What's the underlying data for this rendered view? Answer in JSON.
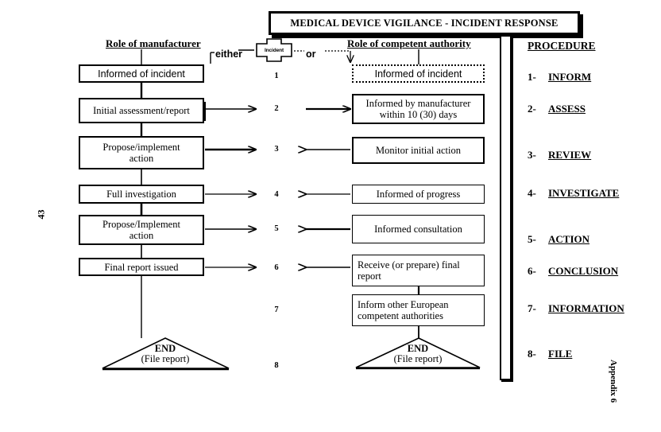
{
  "document": {
    "title": "MEDICAL DEVICE VIGILANCE - INCIDENT RESPONSE",
    "page_number": "43",
    "appendix_label": "Appendix 6"
  },
  "columns": {
    "manufacturer_heading": "Role of manufacturer",
    "authority_heading": "Role of competent authority"
  },
  "incident": {
    "label": "Incident",
    "either_label": "either",
    "or_label": "or"
  },
  "manufacturer_steps": [
    {
      "text": "Informed of incident",
      "step": "1"
    },
    {
      "text": "Initial assessment/report",
      "step": "2"
    },
    {
      "text": "Propose/implement\naction",
      "line1": "Propose/implement",
      "line2": "action",
      "step": "3"
    },
    {
      "text": "Full investigation",
      "step": "4"
    },
    {
      "text": "Propose/Implement\naction",
      "line1": "Propose/Implement",
      "line2": "action",
      "step": "5"
    },
    {
      "text": "Final report issued",
      "step": "6"
    }
  ],
  "authority_steps": [
    {
      "text": "Informed of incident",
      "step": "1"
    },
    {
      "line1": "Informed by manufacturer",
      "line2": "within 10 (30) days",
      "step": "2"
    },
    {
      "text": "Monitor initial action",
      "step": "3"
    },
    {
      "text": "Informed of progress",
      "step": "4"
    },
    {
      "text": "Informed consultation",
      "step": "5"
    },
    {
      "line1": "Receive (or prepare) final",
      "line2": "report",
      "step": "6"
    },
    {
      "line1": "Inform other European",
      "line2": "competent authorities",
      "step": "7"
    }
  ],
  "terminators": {
    "end_title": "END",
    "end_subtitle": "(File report)"
  },
  "step_numbers": [
    "1",
    "2",
    "3",
    "4",
    "5",
    "6",
    "7",
    "8"
  ],
  "procedure": {
    "heading": "PROCEDURE",
    "items": [
      {
        "num": "1-",
        "label": "INFORM"
      },
      {
        "num": "2-",
        "label": "ASSESS"
      },
      {
        "num": "3-",
        "label": "REVIEW"
      },
      {
        "num": "4-",
        "label": "INVESTIGATE"
      },
      {
        "num": "5-",
        "label": "ACTION"
      },
      {
        "num": "6-",
        "label": "CONCLUSION"
      },
      {
        "num": "7-",
        "label": "INFORMATION"
      },
      {
        "num": "8-",
        "label": "FILE"
      }
    ]
  },
  "colors": {
    "ink": "#000000",
    "paper": "#ffffff"
  }
}
